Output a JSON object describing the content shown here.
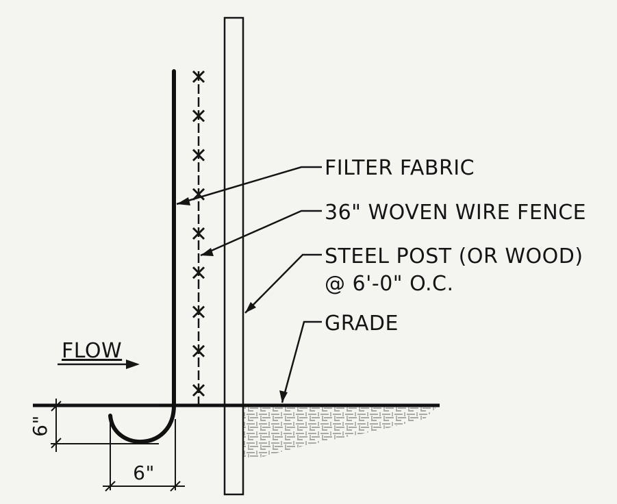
{
  "labels": {
    "filter_fabric": "FILTER FABRIC",
    "woven_wire_fence": "36\" WOVEN WIRE FENCE",
    "steel_post_line1": "STEEL POST (OR WOOD)",
    "steel_post_line2": "@ 6'-0\" O.C.",
    "grade": "GRADE",
    "flow": "FLOW",
    "dim_depth": "6\"",
    "dim_width": "6\""
  },
  "fence_x_marks": 9,
  "colors": {
    "ink": "#151515",
    "paper": "#f4f4f1"
  }
}
